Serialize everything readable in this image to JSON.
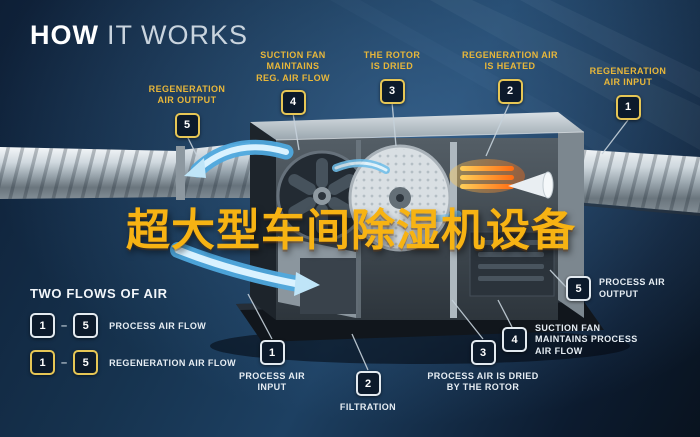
{
  "header": {
    "title_bold": "HOW",
    "title_light": "IT WORKS"
  },
  "overlay_text": "超大型车间除湿机设备",
  "callouts_top": [
    {
      "num": "5",
      "label": "REGENERATION\nAIR OUTPUT"
    },
    {
      "num": "4",
      "label": "SUCTION FAN\nMAINTAINS\nREG. AIR FLOW"
    },
    {
      "num": "3",
      "label": "THE ROTOR\nIS DRIED"
    },
    {
      "num": "2",
      "label": "REGENERATION AIR\nIS HEATED"
    },
    {
      "num": "1",
      "label": "REGENERATION\nAIR INPUT"
    }
  ],
  "callouts_bottom": [
    {
      "num": "1",
      "label": "PROCESS AIR\nINPUT"
    },
    {
      "num": "2",
      "label": "FILTRATION"
    },
    {
      "num": "3",
      "label": "PROCESS AIR IS DRIED\nBY THE ROTOR"
    },
    {
      "num": "4",
      "label": "SUCTION FAN\nMAINTAINS PROCESS\nAIR FLOW"
    },
    {
      "num": "5",
      "label": "PROCESS AIR\nOUTPUT"
    }
  ],
  "legend": {
    "heading": "TWO FLOWS OF AIR",
    "separator": "–",
    "rows": [
      {
        "from": "1",
        "to": "5",
        "label": "PROCESS AIR FLOW"
      },
      {
        "from": "1",
        "to": "5",
        "label": "REGENERATION AIR FLOW"
      }
    ]
  },
  "colors": {
    "background_navy": "#0c1a2e",
    "accent_gold": "#e8b73a",
    "label_white": "#e6edf3",
    "airflow_blue": "#5fb6e8",
    "heater_orange": "#ff7a1a",
    "duct_silver": "#b9c3ca"
  }
}
